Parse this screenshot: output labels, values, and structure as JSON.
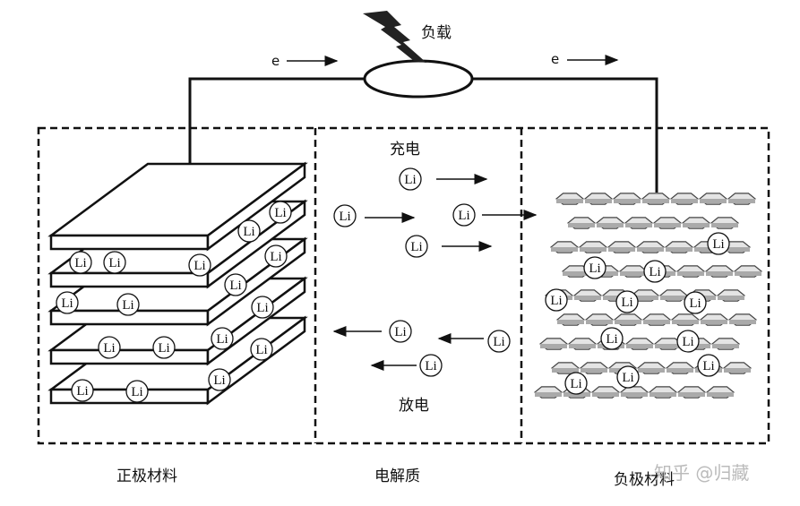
{
  "labels": {
    "load": "负载",
    "electron_left": "e",
    "electron_right": "e",
    "charge": "充电",
    "discharge": "放电",
    "cathode": "正极材料",
    "electrolyte": "电解质",
    "anode": "负极材料"
  },
  "ion_label": "Li",
  "watermark": "知乎 @归藏",
  "colors": {
    "line": "#111111",
    "anode_fill": "#d8d8d8",
    "watermark": "#bbbbbb"
  }
}
